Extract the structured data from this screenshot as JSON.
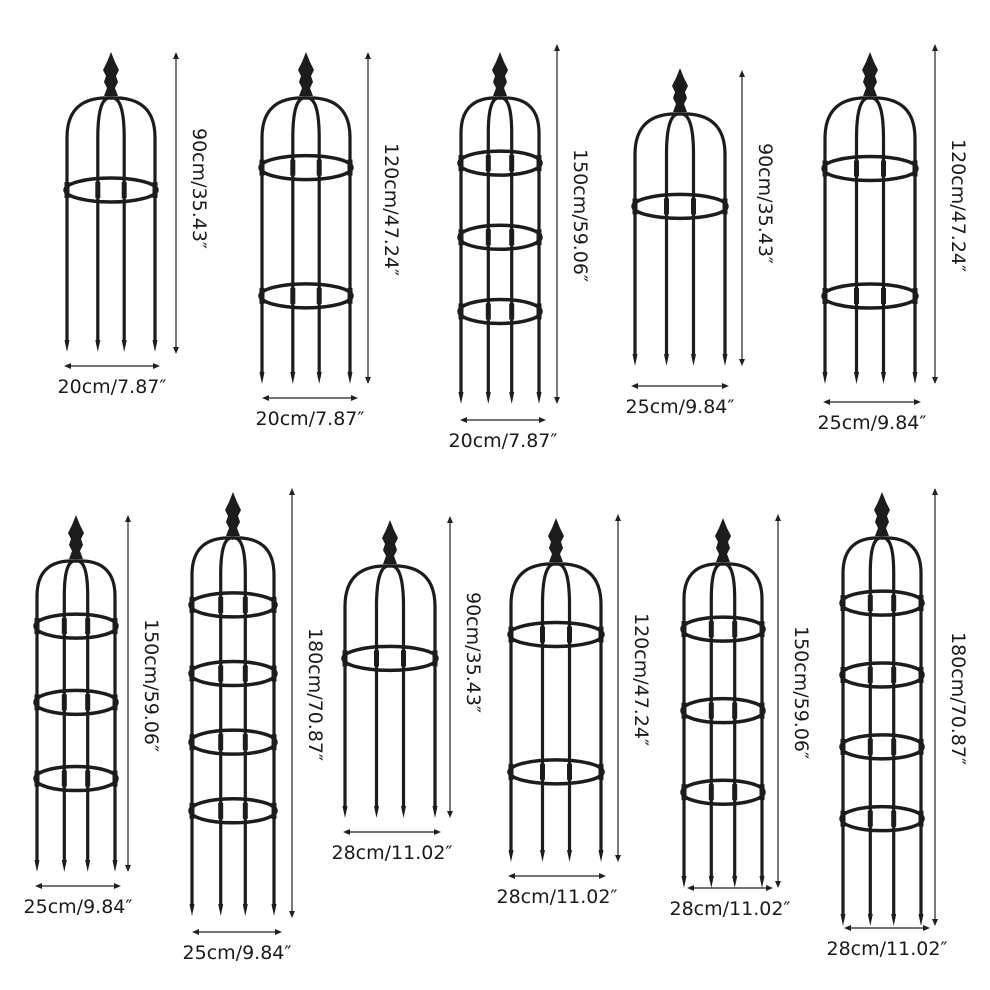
{
  "accent_color": "#1c1c1c",
  "products": [
    {
      "height": "90cm/35.43″",
      "width": "20cm/7.87″",
      "rings": 1
    },
    {
      "height": "120cm/47.24″",
      "width": "20cm/7.87″",
      "rings": 2
    },
    {
      "height": "150cm/59.06″",
      "width": "20cm/7.87″",
      "rings": 3
    },
    {
      "height": "90cm/35.43″",
      "width": "25cm/9.84″",
      "rings": 1
    },
    {
      "height": "120cm/47.24″",
      "width": "25cm/9.84″",
      "rings": 2
    },
    {
      "height": "150cm/59.06″",
      "width": "25cm/9.84″",
      "rings": 3
    },
    {
      "height": "180cm/70.87″",
      "width": "25cm/9.84″",
      "rings": 4
    },
    {
      "height": "90cm/35.43″",
      "width": "28cm/11.02″",
      "rings": 1
    },
    {
      "height": "120cm/47.24″",
      "width": "28cm/11.02″",
      "rings": 2
    },
    {
      "height": "150cm/59.06″",
      "width": "28cm/11.02″",
      "rings": 3
    },
    {
      "height": "180cm/70.87″",
      "width": "28cm/11.02″",
      "rings": 4
    }
  ]
}
